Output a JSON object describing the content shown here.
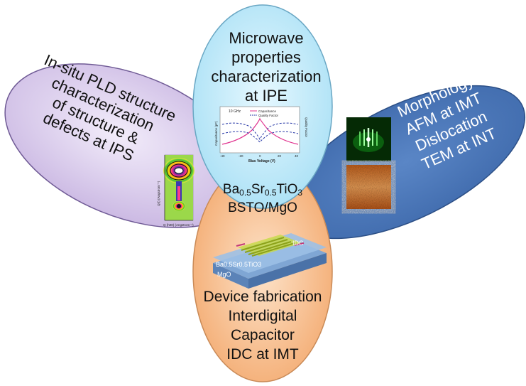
{
  "diagram": {
    "center": {
      "line1": {
        "base": "Ba",
        "sub1": "0.5",
        "mid": "Sr",
        "sub2": "0.5",
        "tail": "TiO",
        "sub3": "3"
      },
      "line2": "BSTO/MgO"
    },
    "top_petal": {
      "lines": [
        "Microwave",
        "properties",
        "characterization",
        "at  IPE"
      ],
      "color": "#bfe9f7",
      "inset_chart": {
        "freq_label": "10 GHz",
        "legend": [
          "Capacitance",
          "Quality Factor"
        ],
        "ylabel_left": "Capacitance (pF)",
        "ylabel_right": "Quality Factor",
        "xlabel": "Bias Voltage (V)",
        "x_ticks": [
          "-40",
          "-20",
          "0",
          "20",
          "40"
        ]
      }
    },
    "left_petal": {
      "lines": [
        "In-situ PLD structure",
        "characterization",
        "of structure &",
        "defects at IPS"
      ],
      "color": "#d9c9ec",
      "inset_map": {
        "ylabel": "Q(t) (Angstrom⁻¹)",
        "xlabel": "Q (h00) (Angstrom⁻¹)"
      }
    },
    "right_petal": {
      "lines": [
        "Morphology",
        "AFM at IMT",
        "Dislocation",
        "TEM at INT"
      ],
      "color": "#4d78b8"
    },
    "bottom_petal": {
      "lines": [
        "Device fabrication",
        "Interdigital",
        "Capacitor",
        "IDC at IMT"
      ],
      "color": "#f6bd8f",
      "device_labels": {
        "idc": "IDC",
        "film": "Ba0.5Sr0.5TiO3",
        "substrate": "MgO"
      }
    }
  }
}
